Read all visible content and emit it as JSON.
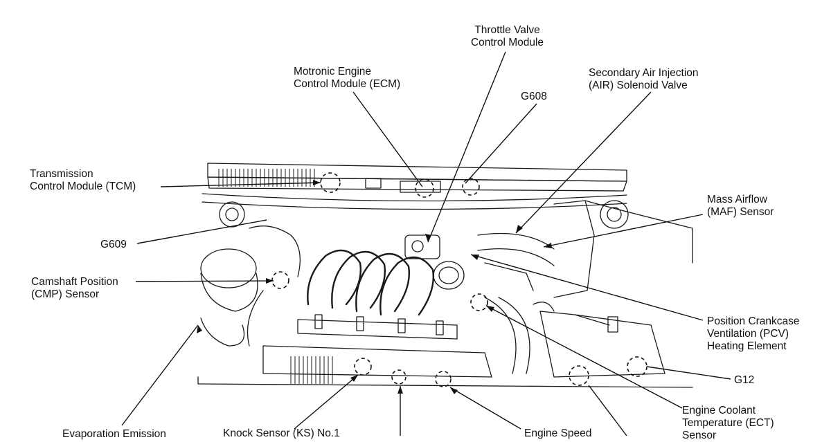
{
  "labels": {
    "throttle_valve": [
      "Throttle Valve",
      "Control Module"
    ],
    "motronic_ecm": [
      "Motronic Engine",
      "Control Module (ECM)"
    ],
    "secondary_air": [
      "Secondary Air Injection",
      "(AIR) Solenoid Valve"
    ],
    "g608": [
      "G608"
    ],
    "tcm": [
      "Transmission",
      "Control Module (TCM)"
    ],
    "maf": [
      "Mass Airflow",
      "(MAF) Sensor"
    ],
    "g609": [
      "G609"
    ],
    "cmp": [
      "Camshaft Position",
      "(CMP) Sensor"
    ],
    "pcv": [
      "Position Crankcase",
      "Ventilation (PCV)",
      "Heating Element"
    ],
    "g12": [
      "G12"
    ],
    "ect": [
      "Engine Coolant",
      "Temperature (ECT)",
      "Sensor"
    ],
    "evap": [
      "Evaporation Emission"
    ],
    "knock": [
      "Knock Sensor (KS) No.1"
    ],
    "engine_speed": [
      "Engine Speed"
    ]
  }
}
